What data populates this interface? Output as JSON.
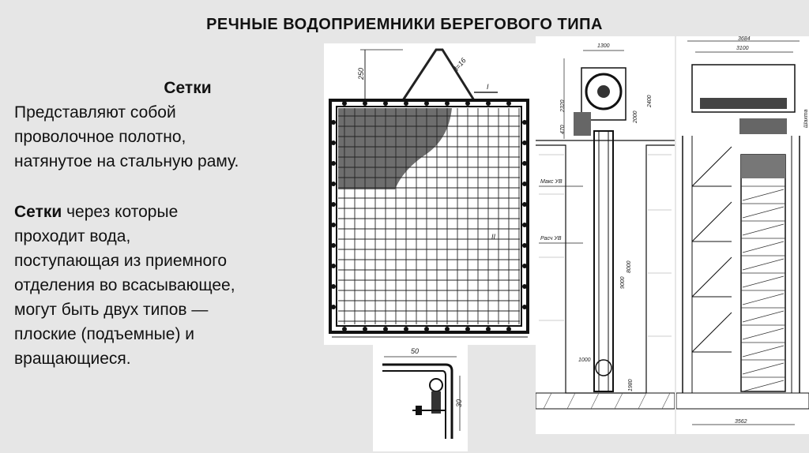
{
  "slide": {
    "title": "РЕЧНЫЕ ВОДОПРИЕМНИКИ БЕРЕГОВОГО ТИПА"
  },
  "text": {
    "heading": "Сетки",
    "paragraph1": [
      "Представляют собой",
      "проволочное полотно,",
      "натянутое на стальную раму."
    ],
    "paragraph2_bold": "Сетки",
    "paragraph2_first_rest": " через которые",
    "paragraph2": [
      "проходит вода,",
      "поступающая из приемного",
      "отделения во всасывающее,",
      "могут быть двух типов —",
      "плоские (подъемные) и",
      "вращающиеся."
    ]
  },
  "drawings": {
    "flat_screen": {
      "dim_height": "250",
      "dim_wire": "d=16",
      "section_mark_1": "I",
      "section_mark_2": "II"
    },
    "detail": {
      "dim_width": "50",
      "dim_height": "30"
    },
    "rotating_screen_section": {
      "dim_top": "1300",
      "dim_a": "2320",
      "dim_b": "2000",
      "dim_c": "2400",
      "dim_d": "470",
      "dim_e": "8000",
      "dim_f": "9000",
      "dim_g": "1000",
      "dim_h": "1980",
      "label_max": "Макс УВ",
      "label_min": "Расч УВ"
    },
    "rotating_screen_front": {
      "dim_top_1": "3684",
      "dim_top_2": "3100",
      "dim_bottom": "3562",
      "label_side": "Шахта"
    }
  }
}
